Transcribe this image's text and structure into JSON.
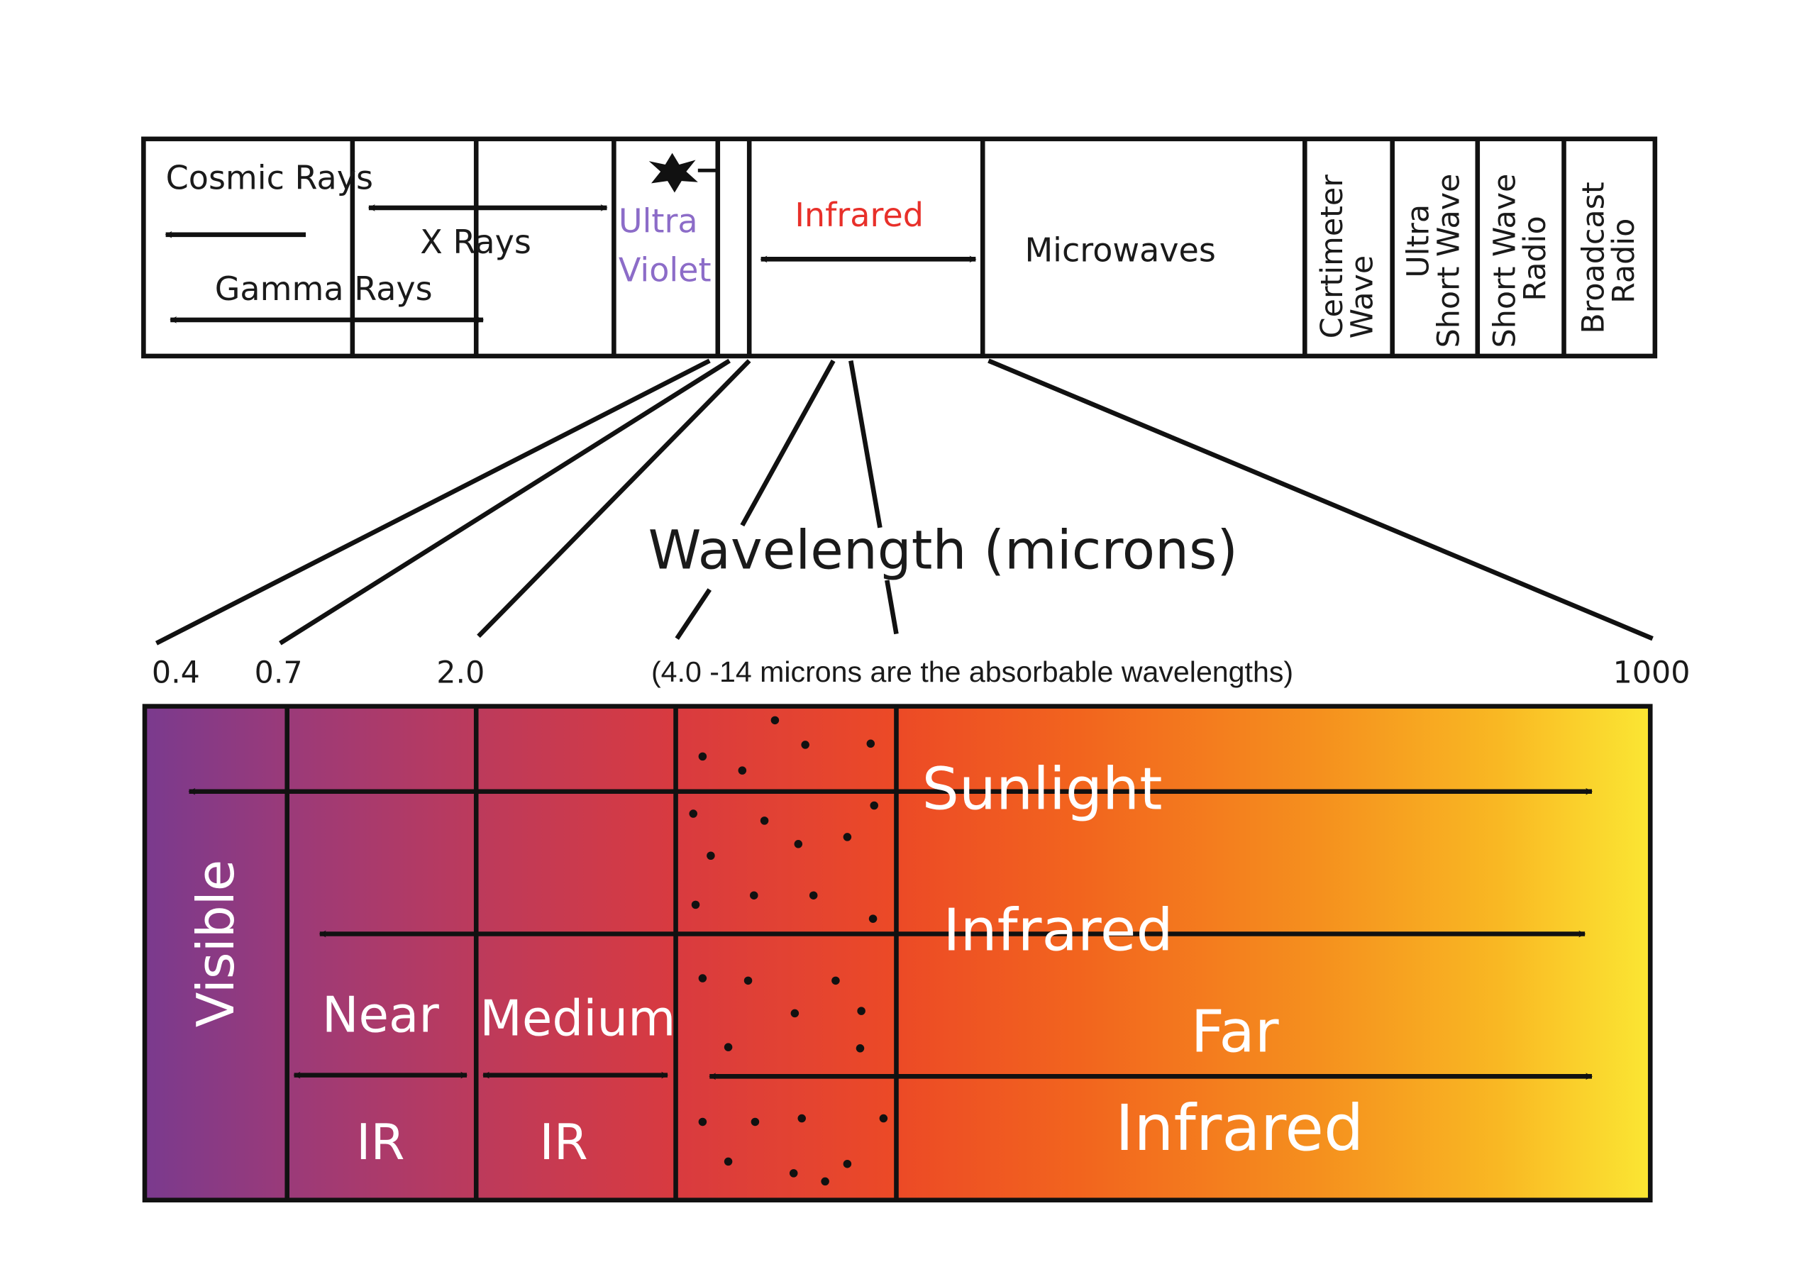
{
  "colors": {
    "line": "#111111",
    "infrared_label": "#e8302a",
    "uv_label": "#8c6cc8",
    "gradient": [
      "#7a3a8e",
      "#a33a72",
      "#c83a4e",
      "#e43a30",
      "#ee5a22",
      "#f58a1e",
      "#fbc423",
      "#fbe433"
    ],
    "white_label": "#ffffff"
  },
  "spectrum": {
    "cosmic_rays": "Cosmic Rays",
    "x_rays": "X Rays",
    "gamma_rays": "Gamma Rays",
    "ultra": "Ultra",
    "violet": "Violet",
    "infrared": "Infrared",
    "microwaves": "Microwaves",
    "centimeter_line1": "Certimeter",
    "centimeter_line2": "Wave",
    "ultra_short_line1": "Ultra",
    "ultra_short_line2": "Short Wave",
    "short_wave_line1": "Short Wave",
    "short_wave_line2": "Radio",
    "broadcast_line1": "Broadcast",
    "broadcast_line2": "Radio"
  },
  "wavelength_title": "Wavelength (microns)",
  "ticks": [
    "0.4",
    "0.7",
    "2.0",
    "1000"
  ],
  "absorbable_note": "(4.0 -14 microns are the absorbable wavelengths)",
  "bands": {
    "visible": "Visible",
    "sunlight": "Sunlight",
    "infrared": "Infrared",
    "near": "Near",
    "near_ir": "IR",
    "medium": "Medium",
    "medium_ir": "IR",
    "far": "Far",
    "far_infrared": "Infrared"
  }
}
